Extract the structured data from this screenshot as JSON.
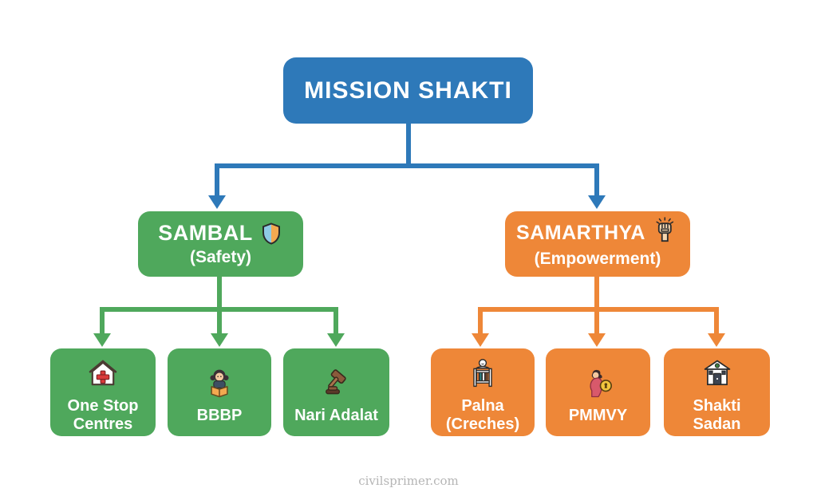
{
  "root": {
    "label": "MISSION SHAKTI"
  },
  "branches": [
    {
      "name": "SAMBAL",
      "subtitle": "(Safety)",
      "icon": "shield-icon",
      "color": "#4fa85c",
      "children": [
        {
          "label": "One Stop Centres",
          "icon": "medical-house-icon"
        },
        {
          "label": "BBBP",
          "icon": "girl-reading-icon"
        },
        {
          "label": "Nari Adalat",
          "icon": "gavel-icon"
        }
      ]
    },
    {
      "name": "SAMARTHYA",
      "subtitle": "(Empowerment)",
      "icon": "raised-fist-icon",
      "color": "#ee8738",
      "children": [
        {
          "label": "Palna (Creches)",
          "icon": "baby-crib-icon"
        },
        {
          "label": "PMMVY",
          "icon": "pregnant-woman-coin-icon"
        },
        {
          "label": "Shakti Sadan",
          "icon": "building-icon"
        }
      ]
    }
  ],
  "footer": {
    "text": "civilsprimer.com"
  },
  "colors": {
    "root_box": "#2e79b9",
    "sambal_box": "#4fa85c",
    "samarthya_box": "#ee8738",
    "background": "#ffffff",
    "footer_text": "#b5b5b5",
    "box_text": "#ffffff"
  }
}
